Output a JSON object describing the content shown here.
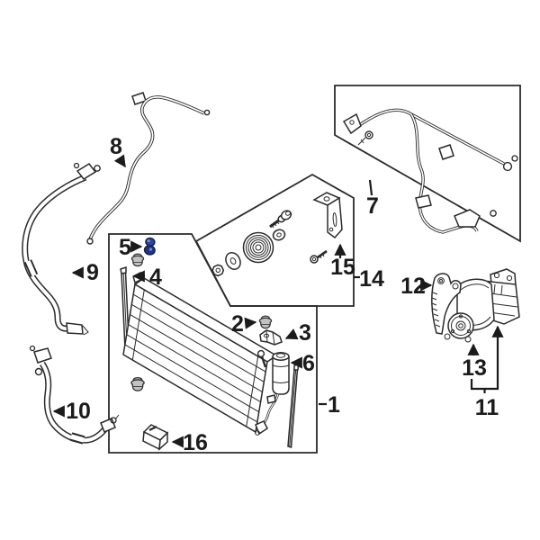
{
  "figure": {
    "type": "exploded-parts-diagram",
    "background": "#ffffff",
    "line_color": "#2a2a2a",
    "label_color": "#1b1b1b",
    "grommet_fill": "#c2c2c2",
    "highlight": {
      "callout": "5",
      "fill": "#2a4697",
      "fill_dark": "#20357c",
      "outline": "#0f1d52",
      "glint": "#7b8fd4"
    },
    "callouts": {
      "c1": {
        "label": "1"
      },
      "c2": {
        "label": "2"
      },
      "c3": {
        "label": "3"
      },
      "c4": {
        "label": "4"
      },
      "c5": {
        "label": "5"
      },
      "c6": {
        "label": "6"
      },
      "c7": {
        "label": "7"
      },
      "c8": {
        "label": "8"
      },
      "c9": {
        "label": "9"
      },
      "c10": {
        "label": "10"
      },
      "c11": {
        "label": "11"
      },
      "c12": {
        "label": "12"
      },
      "c13": {
        "label": "13"
      },
      "c14": {
        "label": "14"
      },
      "c15": {
        "label": "15"
      },
      "c16": {
        "label": "16"
      }
    }
  }
}
